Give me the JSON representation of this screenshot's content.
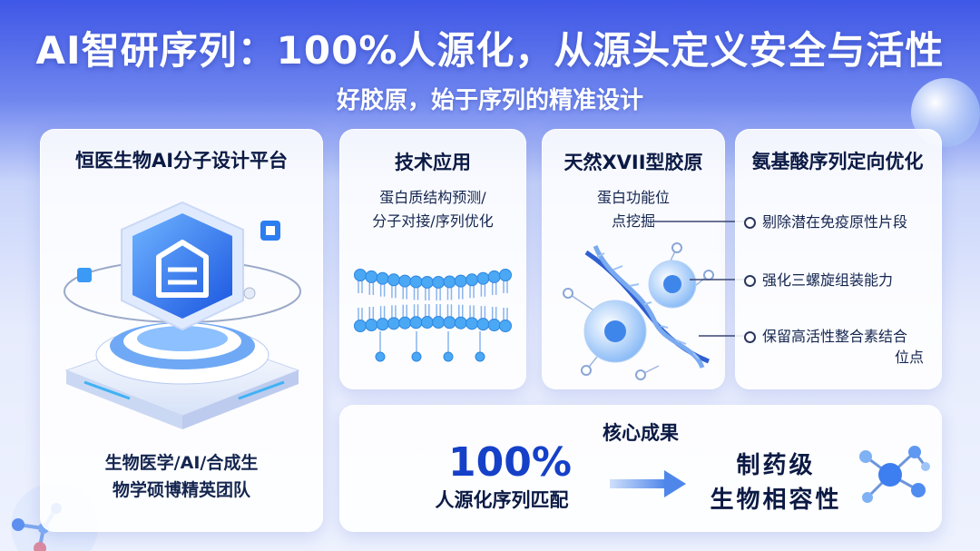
{
  "header": {
    "title": "AI智研序列：100%人源化，从源头定义安全与活性",
    "subtitle": "好胶原，始于序列的精准设计"
  },
  "platform": {
    "title": "恒医生物AI分子设计平台",
    "team_line1": "生物医学/AI/合成生",
    "team_line2": "物学硕博精英团队"
  },
  "tech": {
    "title": "技术应用",
    "line1": "蛋白质结构预测/",
    "line2": "分子对接/序列优化"
  },
  "collagen": {
    "title": "天然XVII型胶原",
    "line1": "蛋白功能位",
    "line2": "点挖掘"
  },
  "optimize": {
    "title": "氨基酸序列定向优化",
    "items": [
      "剔除潜在免疫原性片段",
      "强化三螺旋组装能力",
      "保留高活性整合素结合",
      "位点"
    ]
  },
  "results": {
    "title": "核心成果",
    "percent": "100%",
    "percent_label": "人源化序列匹配",
    "outcome_line1": "制药级",
    "outcome_line2": "生物相容性"
  },
  "colors": {
    "brand_blue": "#1540c8",
    "accent_light_blue": "#4aa8f5"
  }
}
